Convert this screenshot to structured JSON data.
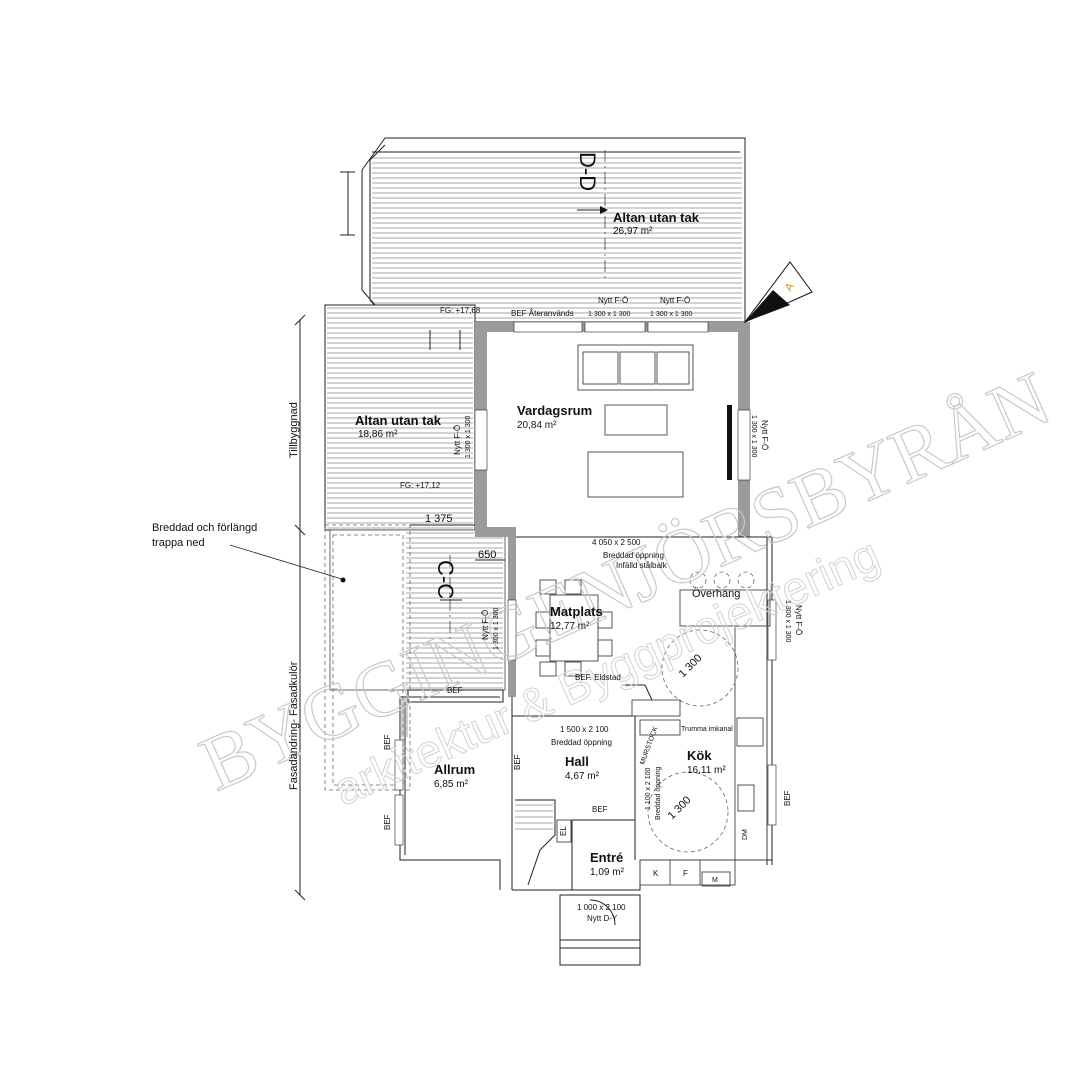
{
  "rooms": {
    "altan_top": {
      "name": "Altan utan tak",
      "area": "26,97 m²"
    },
    "altan_left": {
      "name": "Altan utan tak",
      "area": "18,86 m²"
    },
    "vardagsrum": {
      "name": "Vardagsrum",
      "area": "20,84 m²"
    },
    "matplats": {
      "name": "Matplats",
      "area": "12,77 m²"
    },
    "kok": {
      "name": "Kök",
      "area": "16,11 m²"
    },
    "hall": {
      "name": "Hall",
      "area": "4,67 m²"
    },
    "allrum": {
      "name": "Allrum",
      "area": "6,85 m²"
    },
    "entre": {
      "name": "Entré",
      "area": "1,09 m²"
    }
  },
  "sections": {
    "dd": "D-D",
    "cc": "C-C",
    "marker_a": "A"
  },
  "labels": {
    "fg_top": "FG: +17,68",
    "fg_left": "FG: +17,12",
    "bef_ateranvands": "BEF Återanvänds",
    "nytt_fo": "Nytt F-Ö",
    "window_1300": "1 300 x 1 300",
    "opening_4050": "4 050 x 2 500",
    "breddad_oppning": "Breddad öppning",
    "infalld_stalbalk": "Infälld stålbalk",
    "overhang": "Överhäng",
    "bef_eldstad": "BEF. Eldstad",
    "opening_1500": "1 500 x 2 100",
    "muurstock": "MURSTOCK",
    "trumma": "Trumma imkanal",
    "opening_1100": "1 100 x 2 100",
    "bef": "BEF",
    "el": "EL",
    "dm": "DM",
    "k": "K",
    "f": "F",
    "m": "M",
    "door_1000": "1 000 x 2 100",
    "nytt_dy": "Nytt D-Y",
    "dim_1375": "1 375",
    "dim_650": "650",
    "circle_1300": "1 300",
    "tillbyggnad": "Tillbyggnad",
    "fasadandring": "Fasadändring- Fasadkulör",
    "callout_1": "Breddad och förlängd",
    "callout_2": "trappa ned"
  },
  "watermark": {
    "line1": "BYGGINGENJÖRSBYRÅN",
    "line2": "arkitektur & Byggprojektering"
  },
  "colors": {
    "wall": "#9b9b9b",
    "accent_orange": "#f29400",
    "watermark": "#c9c9c9"
  }
}
